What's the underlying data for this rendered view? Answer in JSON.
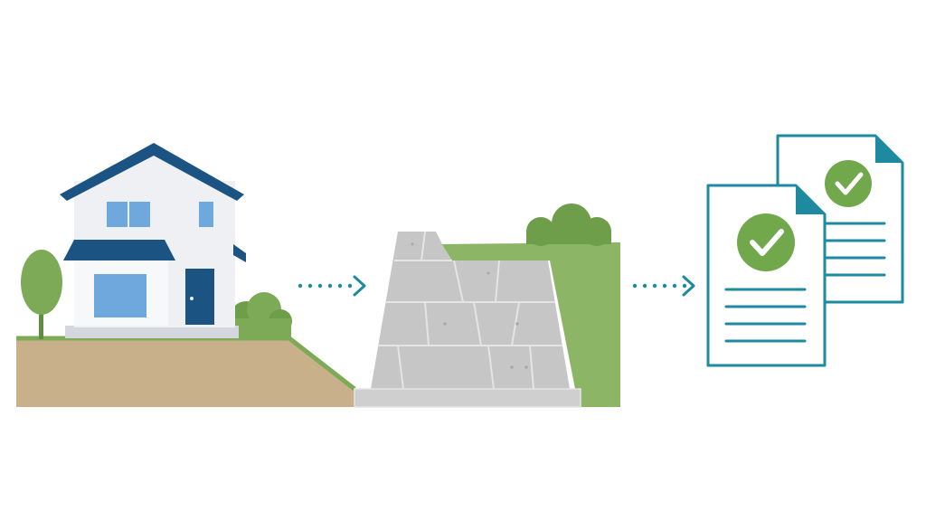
{
  "colors": {
    "navy": "#1b5483",
    "window_blue": "#6fa8dc",
    "house_wall": "#eef0f3",
    "grass_green": "#7daa57",
    "soil": "#c8b08a",
    "wall_gray": "#c6c6c6",
    "wall_line": "#e4e4e4",
    "teal": "#1d8aa0",
    "check_green": "#72a84c"
  },
  "stages": [
    {
      "name": "house-on-slope",
      "icon": "house-icon"
    },
    {
      "name": "retaining-wall",
      "icon": "retaining-wall-icon"
    },
    {
      "name": "approved-documents",
      "icon": "approved-documents-icon"
    }
  ],
  "arrows": [
    {
      "from": "house-on-slope",
      "to": "retaining-wall",
      "style": "dotted"
    },
    {
      "from": "retaining-wall",
      "to": "approved-documents",
      "style": "dotted"
    }
  ]
}
